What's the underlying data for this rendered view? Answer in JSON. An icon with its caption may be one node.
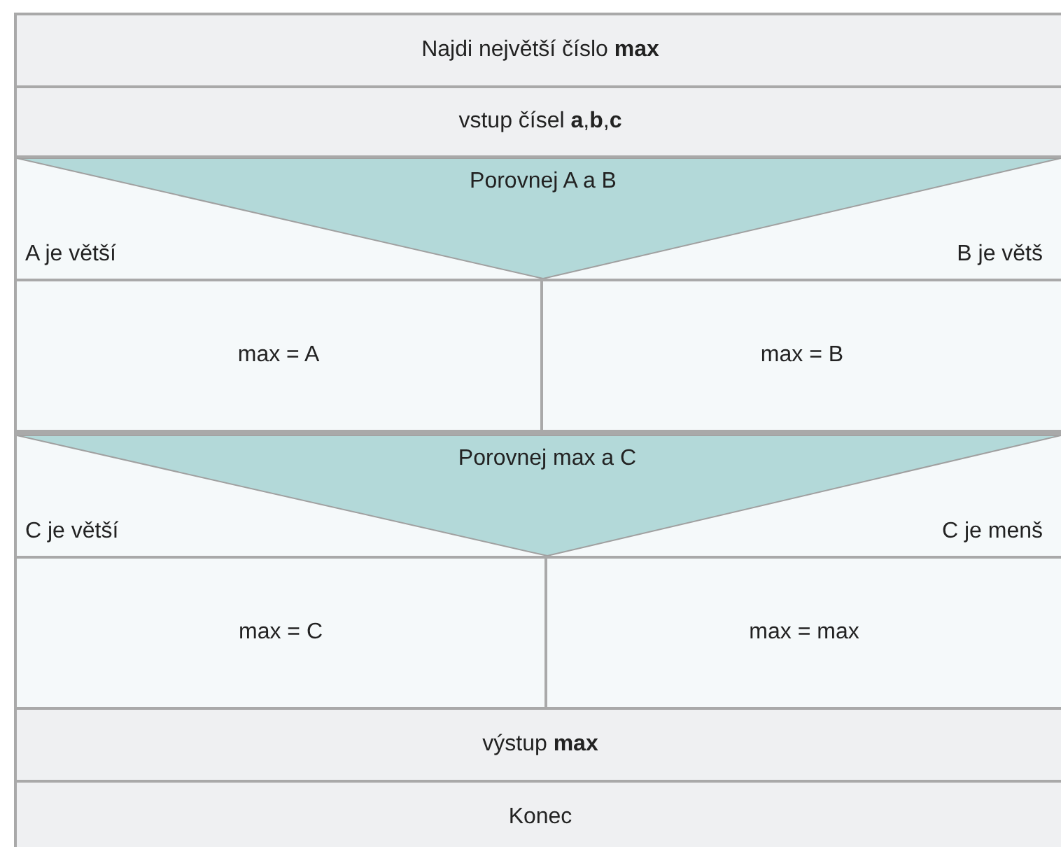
{
  "diagram": {
    "nodes": [
      {
        "text": [
          "Najdi největší číslo **max**"
        ]
      },
      {
        "text": [
          "vstup čísel **a**,**b**,**c**"
        ]
      },
      {
        "text": [
          "Porovnej A a B",
          "A je větší",
          "B je větš"
        ]
      },
      {
        "text": [
          "max = A"
        ]
      },
      {
        "text": [
          "max = B"
        ]
      },
      {
        "text": [
          "Porovnej max a C",
          "C je větší",
          "C je menš"
        ]
      },
      {
        "text": [
          "max = C"
        ]
      },
      {
        "text": [
          "max = max"
        ]
      },
      {
        "text": [
          "výstup **max**"
        ]
      },
      {
        "text": [
          "Konec"
        ]
      }
    ]
  }
}
